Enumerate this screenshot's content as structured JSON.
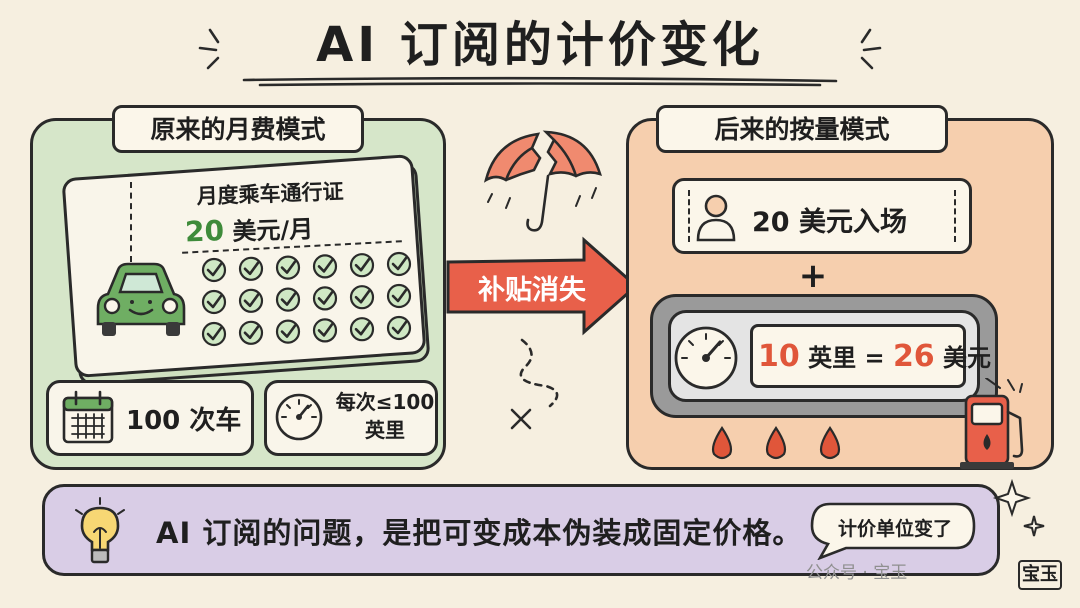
{
  "title": "AI 订阅的计价变化",
  "left_panel": {
    "label": "原来的月费模式",
    "pass": {
      "title": "月度乘车通行证",
      "price_number": "20",
      "price_unit": " 美元/月",
      "check_rows": 3,
      "check_cols": 6
    },
    "rides": "100 次车",
    "miles_line1": "每次≤100",
    "miles_line2": "英里"
  },
  "middle": {
    "arrow_label": "补贴消失"
  },
  "right_panel": {
    "label": "后来的按量模式",
    "entry": "20 美元入场",
    "plus": "+",
    "meter": {
      "miles_number": "10",
      "miles_unit": " 英里 = ",
      "cost_number": "26",
      "cost_unit": " 美元"
    }
  },
  "banner": {
    "text": "AI 订阅的问题，是把可变成本伪装成固定价格。",
    "bubble": "计价单位变了"
  },
  "watermark": "公众号 · 宝玉",
  "signature": "宝玉",
  "colors": {
    "background": "#f6efe0",
    "left_panel": "#d6e6c9",
    "right_panel": "#f6cfae",
    "banner": "#d9cde6",
    "accent_red": "#e0563a",
    "accent_green": "#3e8b3a"
  },
  "icons": [
    "umbrella-broken-icon",
    "car-icon",
    "calendar-icon",
    "gauge-icon",
    "person-icon",
    "gas-pump-icon",
    "lightbulb-icon",
    "check-icon",
    "drop-icon",
    "sparkle-icon"
  ]
}
